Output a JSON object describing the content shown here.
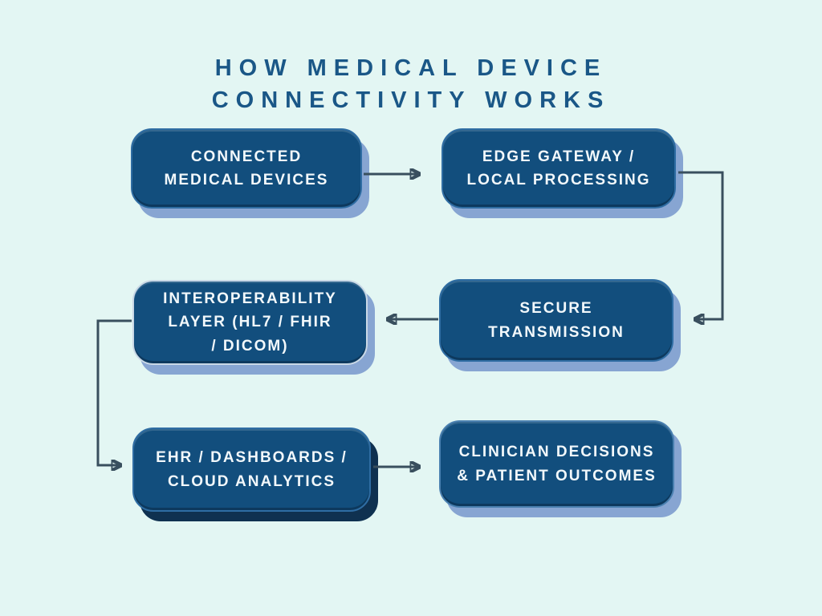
{
  "title": {
    "line1": "HOW MEDICAL DEVICE",
    "line2": "CONNECTIVITY WORKS",
    "full": "HOW MEDICAL DEVICE CONNECTIVITY WORKS"
  },
  "nodes": [
    {
      "id": "connected-medical-devices",
      "label": "CONNECTED MEDICAL DEVICES",
      "lines": [
        "CONNECTED",
        "MEDICAL DEVICES"
      ]
    },
    {
      "id": "edge-gateway-local-processing",
      "label": "EDGE GATEWAY / LOCAL PROCESSING",
      "lines": [
        "EDGE GATEWAY /",
        "LOCAL PROCESSING"
      ]
    },
    {
      "id": "secure-transmission",
      "label": "SECURE TRANSMISSION",
      "lines": [
        "SECURE",
        "TRANSMISSION"
      ]
    },
    {
      "id": "interoperability-layer",
      "label": "INTEROPERABILITY LAYER (HL7 / FHIR / DICOM)",
      "lines": [
        "INTEROPERABILITY",
        "LAYER (HL7 / FHIR",
        "/ DICOM)"
      ]
    },
    {
      "id": "ehr-dashboards-cloud-analytics",
      "label": "EHR / DASHBOARDS / CLOUD ANALYTICS",
      "lines": [
        "EHR / DASHBOARDS /",
        "CLOUD ANALYTICS"
      ]
    },
    {
      "id": "clinician-decisions-patient-outcomes",
      "label": "CLINICIAN DECISIONS & PATIENT OUTCOMES",
      "lines": [
        "CLINICIAN DECISIONS",
        "& PATIENT OUTCOMES"
      ]
    }
  ],
  "flow": [
    {
      "from": "connected-medical-devices",
      "to": "edge-gateway-local-processing"
    },
    {
      "from": "edge-gateway-local-processing",
      "to": "secure-transmission"
    },
    {
      "from": "secure-transmission",
      "to": "interoperability-layer"
    },
    {
      "from": "interoperability-layer",
      "to": "ehr-dashboards-cloud-analytics"
    },
    {
      "from": "ehr-dashboards-cloud-analytics",
      "to": "clinician-decisions-patient-outcomes"
    }
  ],
  "colors": {
    "background": "#e3f6f3",
    "node_fill": "#124e7d",
    "node_border": "#2f6da3",
    "node_text": "#f2f8fb",
    "shadow_light": "#87a5d2",
    "shadow_dark": "#0f3150",
    "arrow": "#394f5e",
    "title_text": "#1a5787"
  }
}
